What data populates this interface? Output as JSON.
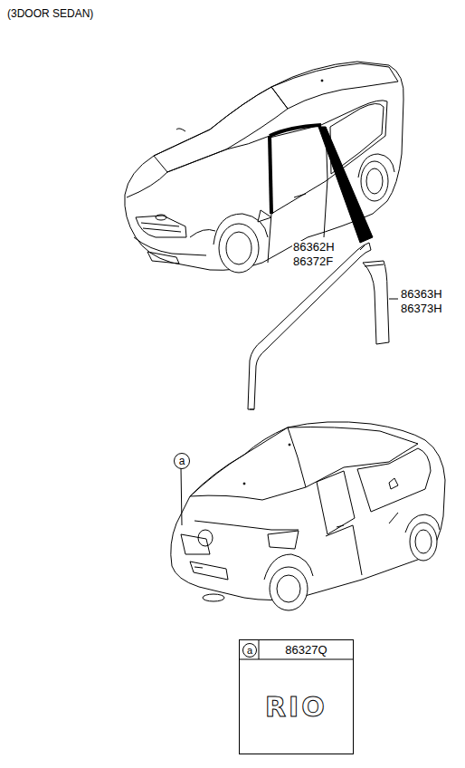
{
  "diagram": {
    "title": "(3DOOR SEDAN)",
    "nodes": [
      {
        "text": [
          "a"
        ]
      },
      {
        "text": [
          "a",
          "86327Q",
          "RIO"
        ]
      }
    ],
    "labels": [
      "86362H",
      "86372F",
      "86363H",
      "86373H"
    ]
  }
}
